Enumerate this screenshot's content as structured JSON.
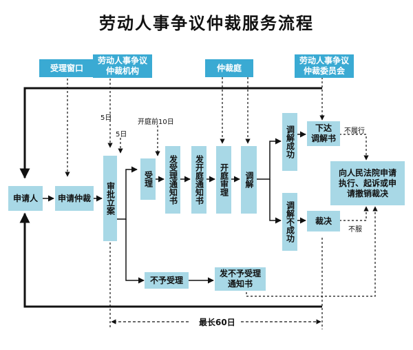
{
  "title": "劳动人事争议仲裁服务流程",
  "headers": {
    "window": "受理窗口",
    "institution": "劳动人事争议\n仲裁机构",
    "court": "仲裁庭",
    "committee": "劳动人事争议\n仲裁委员会"
  },
  "boxes": {
    "applicant": "申请人",
    "apply": "申请仲裁",
    "review": "审批立案",
    "accept": "受理",
    "notice_accept": "发受理通知书",
    "notice_hearing": "发开庭通知书",
    "hearing": "开庭审理",
    "mediate": "调解",
    "mediate_ok": "调解成功",
    "mediate_fail": "调解不成功",
    "issue_mediation": "下达\n调解书",
    "ruling": "裁决",
    "court_action": "向人民法院申请\n执行、起诉或申\n请撤销裁决",
    "reject": "不予受理",
    "notice_reject": "发不予受理\n通知书"
  },
  "labels": {
    "five_days_a": "5日",
    "five_days_b": "5日",
    "ten_days_before": "开庭前10日",
    "not_perform": "不履行",
    "disagree": "不服",
    "max_days": "最长60日"
  },
  "colors": {
    "box": "#a8d8e6",
    "header": "#3aaad3",
    "line": "#111111"
  }
}
